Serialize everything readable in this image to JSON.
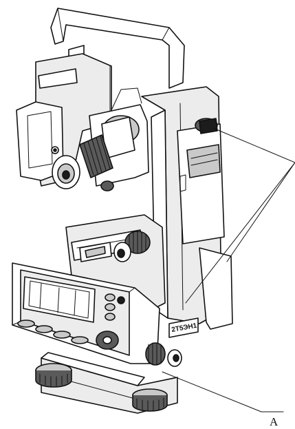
{
  "labels": {
    "callout_a": "A",
    "model_plate": "2T5ЭН1"
  },
  "callouts": [
    {
      "name": "callout-a",
      "targets": 1
    },
    {
      "name": "callout-right",
      "targets": 3
    }
  ],
  "colors": {
    "ink": "#111111",
    "paper": "#ffffff",
    "light_fill": "#ececec",
    "mid_fill": "#c9c9c9",
    "dark_fill": "#5a5a5a"
  }
}
